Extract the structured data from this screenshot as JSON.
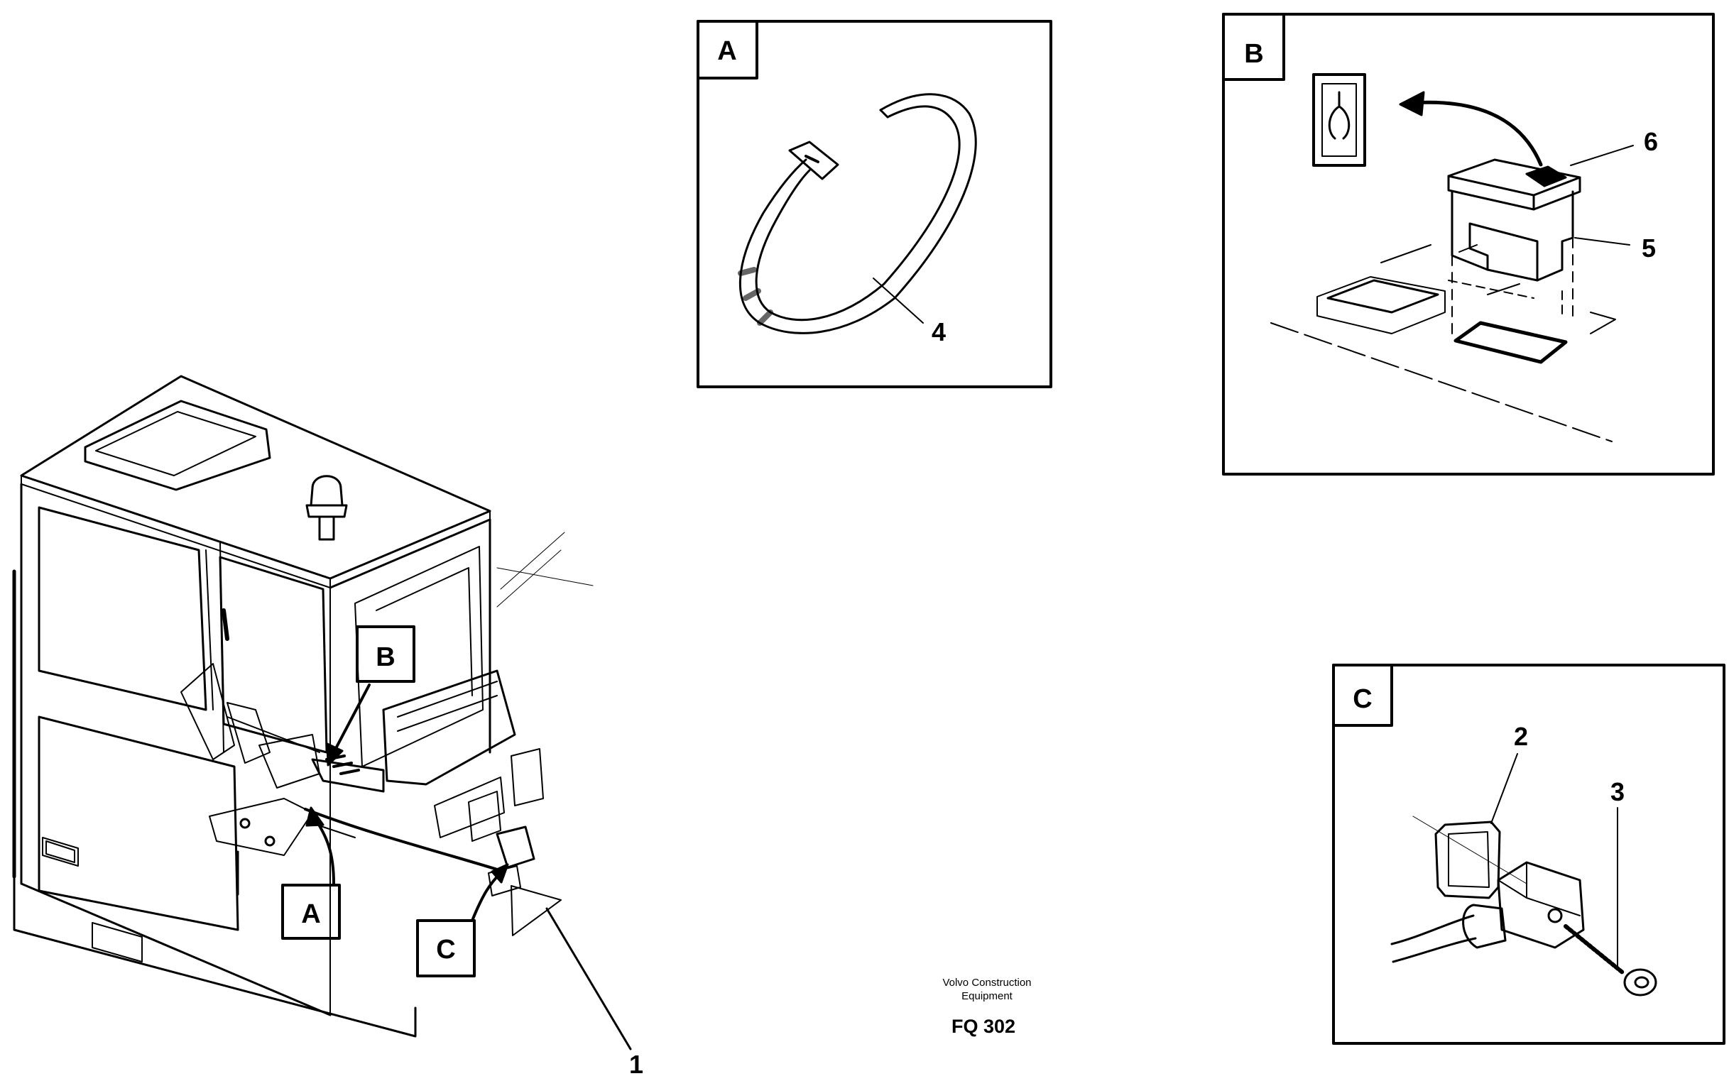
{
  "detail_panels": {
    "a": {
      "label": "A",
      "callout": "4"
    },
    "b": {
      "label": "B",
      "callout_top": "6",
      "callout_bottom": "5"
    },
    "c": {
      "label": "C",
      "callout_left": "2",
      "callout_right": "3"
    }
  },
  "main_view": {
    "tag_a": "A",
    "tag_b": "B",
    "tag_c": "C",
    "callout": "1"
  },
  "footer": {
    "line1": "Volvo Construction",
    "line2": "Equipment",
    "code": "FQ 302"
  }
}
